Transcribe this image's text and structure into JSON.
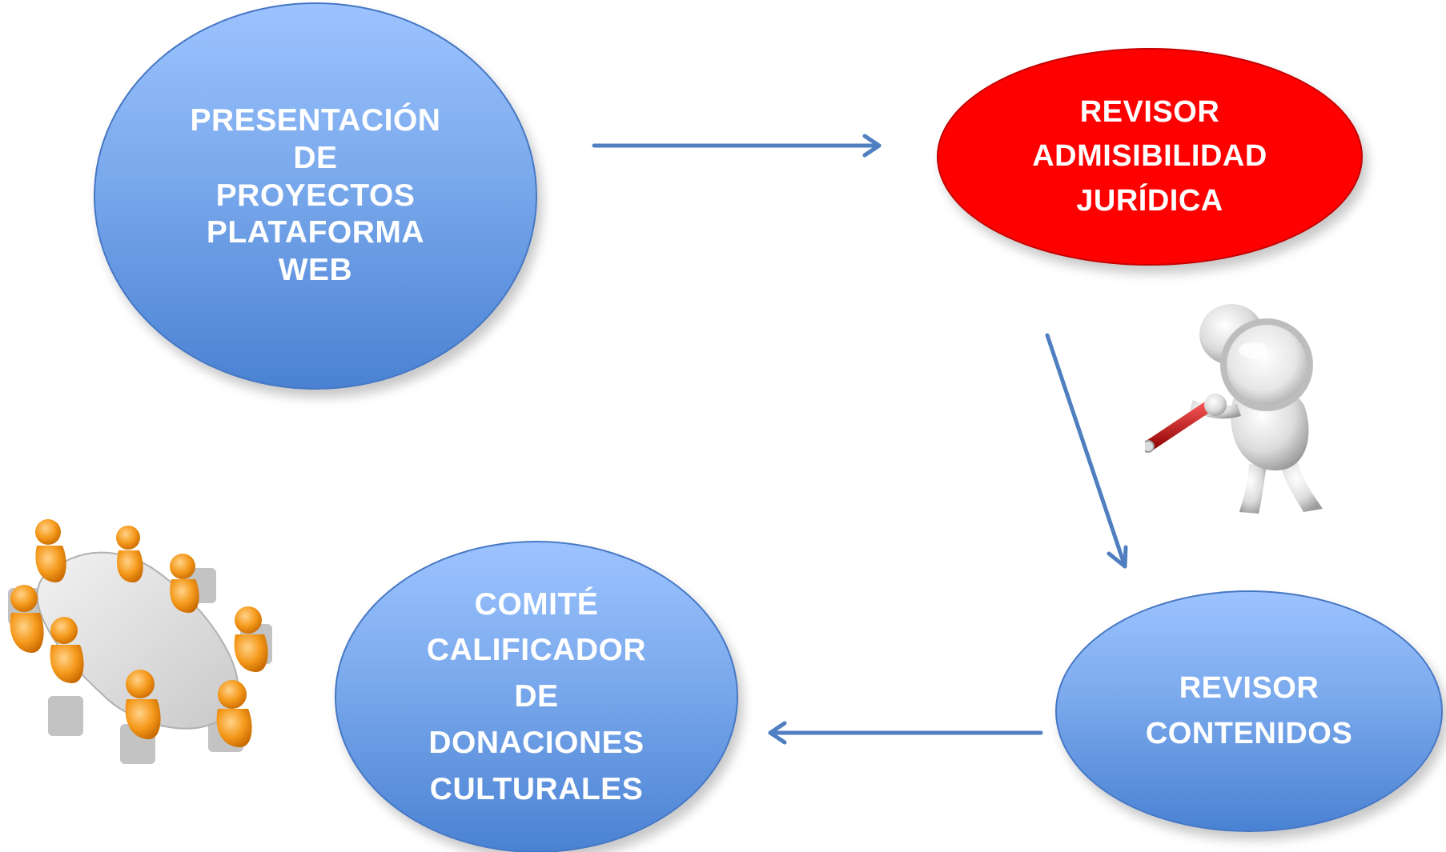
{
  "diagram": {
    "nodes": {
      "presentacion": {
        "label": "PRESENTACIÓN\nDE\nPROYECTOS\nPLATAFORMA\nWEB",
        "color": "#7aa9ec"
      },
      "revisor_juridico": {
        "label": "REVISOR\nADMISIBILIDAD\nJURÍDICA",
        "color": "#ff0000"
      },
      "revisor_contenidos": {
        "label": "REVISOR\nCONTENIDOS",
        "color": "#7aa9ec"
      },
      "comite": {
        "label": "COMITÉ\nCALIFICADOR\nDE\nDONACIONES\nCULTURALES",
        "color": "#7aa9ec"
      }
    },
    "edges": [
      {
        "from": "presentacion",
        "to": "revisor_juridico"
      },
      {
        "from": "revisor_juridico",
        "to": "revisor_contenidos"
      },
      {
        "from": "revisor_contenidos",
        "to": "comite"
      }
    ],
    "arrow_color": "#4f7fc0",
    "illustrations": [
      {
        "icon": "magnifying-glass-inspector-icon"
      },
      {
        "icon": "meeting-table-icon"
      }
    ]
  }
}
